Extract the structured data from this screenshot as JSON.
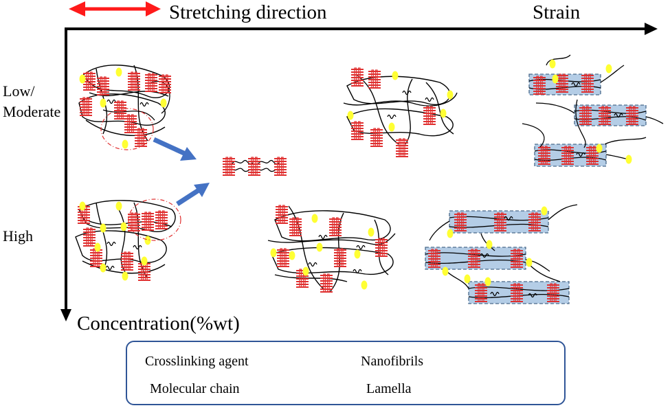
{
  "labels": {
    "stretching_direction": "Stretching direction",
    "strain": "Strain",
    "concentration": "Concentration(%wt)",
    "row_low_line1": "Low/",
    "row_low_line2": "Moderate",
    "row_high": "High"
  },
  "legend": {
    "crosslinking_agent": "Crosslinking agent",
    "molecular_chain": "Molecular chain",
    "nanofibrils": "Nanofibrils",
    "lamella": "Lamella"
  },
  "colors": {
    "arrow_red": "#ff1a1a",
    "arrow_blue": "#4472c4",
    "lamella": "#e03030",
    "crosslink": "#ffff33",
    "nanofibril_fill": "#b4cde6",
    "nanofibril_border": "#4a6a8a",
    "legend_border": "#2f5597",
    "chain": "#000000"
  }
}
